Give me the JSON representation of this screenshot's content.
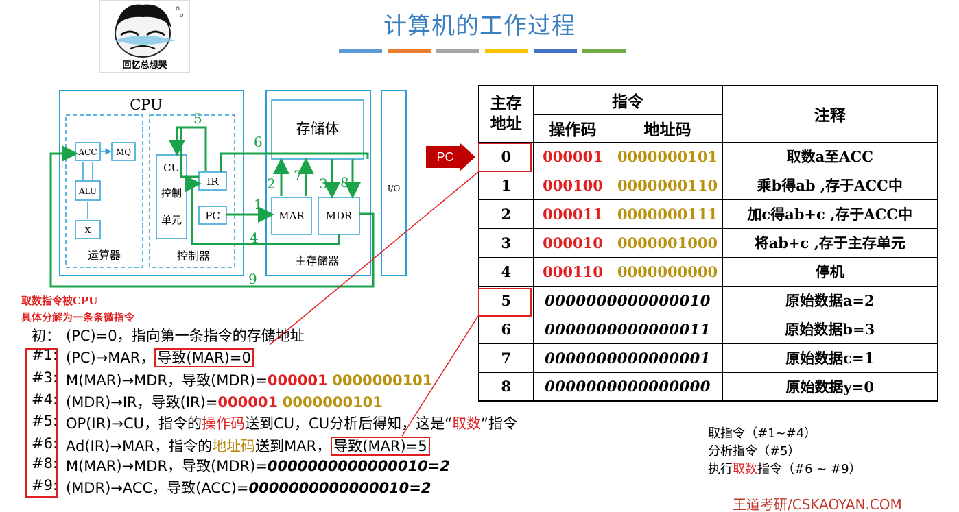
{
  "title": "计算机的工作过程",
  "title_bar_colors": [
    "#5b9bd5",
    "#ed7d31",
    "#a5a5a5",
    "#ffc000",
    "#4472c4",
    "#70ad47"
  ],
  "meme_caption": "回忆总想哭",
  "diagram": {
    "cpu_label": "CPU",
    "acc": "ACC",
    "mq": "MQ",
    "alu": "ALU",
    "x": "X",
    "alu_unit": "运算器",
    "cu": "CU",
    "cu_line2": "控制",
    "cu_line3": "单元",
    "ir": "IR",
    "pc": "PC",
    "control_unit": "控制器",
    "storage": "存储体",
    "mar": "MAR",
    "mdr": "MDR",
    "main_memory": "主存储器",
    "io": "I/O",
    "step_numbers": [
      "1",
      "2",
      "3",
      "4",
      "5",
      "6",
      "7",
      "8",
      "9"
    ]
  },
  "red_note_line1": "取数指令被CPU",
  "red_note_line2": "具体分解为一条条微指令",
  "steps": {
    "init_label": "初：",
    "init_text": "(PC)=0，指向第一条指令的存储地址",
    "s1_label": "#1:",
    "s1_a": "(PC)→MAR，",
    "s1_b": "导致(MAR)=0",
    "s3_label": "#3:",
    "s3_a": "M(MAR)→MDR，导致(MDR)=",
    "s3_op": "000001",
    "s3_ad": "0000000101",
    "s4_label": "#4:",
    "s4_a": "(MDR)→IR，导致(IR)=",
    "s4_op": "000001",
    "s4_ad": "0000000101",
    "s5_label": "#5:",
    "s5_a": "OP(IR)→CU，指令的",
    "s5_b": "操作码",
    "s5_c": "送到CU，CU分析后得知，这是“",
    "s5_d": "取数",
    "s5_e": "”指令",
    "s6_label": "#6:",
    "s6_a": "Ad(IR)→MAR，指令的",
    "s6_b": "地址码",
    "s6_c": "送到MAR，",
    "s6_d": "导致(MAR)=5",
    "s8_label": "#8:",
    "s8_a": "M(MAR)→MDR，导致(MDR)=",
    "s8_b": "0000000000000010=2",
    "s9_label": "#9:",
    "s9_a": "(MDR)→ACC，导致(ACC)=",
    "s9_b": "0000000000000010=2"
  },
  "pc_pointer": "PC",
  "table": {
    "h_addr": "主存地址",
    "h_instr": "指令",
    "h_note": "注释",
    "h_op": "操作码",
    "h_ad": "地址码",
    "instr_rows": [
      {
        "addr": "0",
        "op": "000001",
        "ad": "0000000101",
        "note": "取数a至ACC"
      },
      {
        "addr": "1",
        "op": "000100",
        "ad": "0000000110",
        "note": "乘b得ab ,存于ACC中"
      },
      {
        "addr": "2",
        "op": "000011",
        "ad": "0000000111",
        "note": "加c得ab+c ,存于ACC中"
      },
      {
        "addr": "3",
        "op": "000010",
        "ad": "0000001000",
        "note": "将ab+c ,存于主存单元"
      },
      {
        "addr": "4",
        "op": "000110",
        "ad": "0000000000",
        "note": "停机"
      }
    ],
    "data_rows": [
      {
        "addr": "5",
        "data": "0000000000000010",
        "note": "原始数据a=2"
      },
      {
        "addr": "6",
        "data": "0000000000000011",
        "note": "原始数据b=3"
      },
      {
        "addr": "7",
        "data": "0000000000000001",
        "note": "原始数据c=1"
      },
      {
        "addr": "8",
        "data": "0000000000000000",
        "note": "原始数据y=0"
      }
    ]
  },
  "side_notes": {
    "line1": "取指令（#1~#4）",
    "line2": "分析指令（#5）",
    "line3_a": "执行",
    "line3_b": "取数",
    "line3_c": "指令（#6 ~ #9）"
  },
  "brand": "王道考研/CSKAOYAN.COM"
}
